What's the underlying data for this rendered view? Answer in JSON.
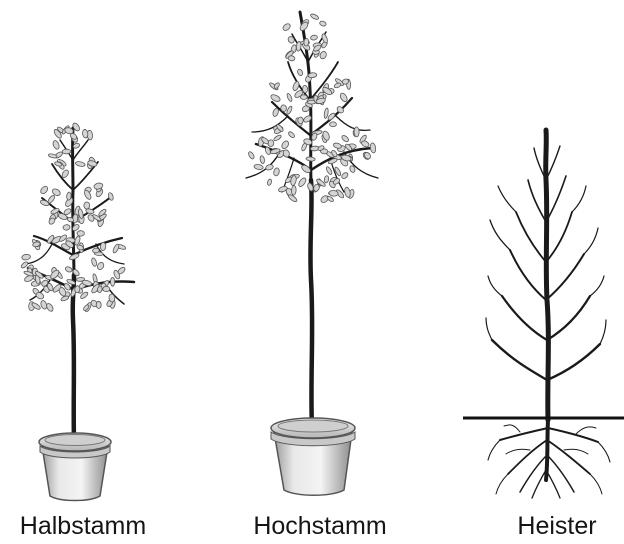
{
  "labels": {
    "halbstamm": "Halbstamm",
    "hochstamm": "Hochstamm",
    "heister": "Heister"
  },
  "colors": {
    "ink": "#1a1a1a",
    "leaf_fill": "#d4d4d4",
    "leaf_stroke": "#555555",
    "pot_fill": "#e6e6e6",
    "pot_shadow": "#b8b8b8",
    "background": "#ffffff"
  }
}
